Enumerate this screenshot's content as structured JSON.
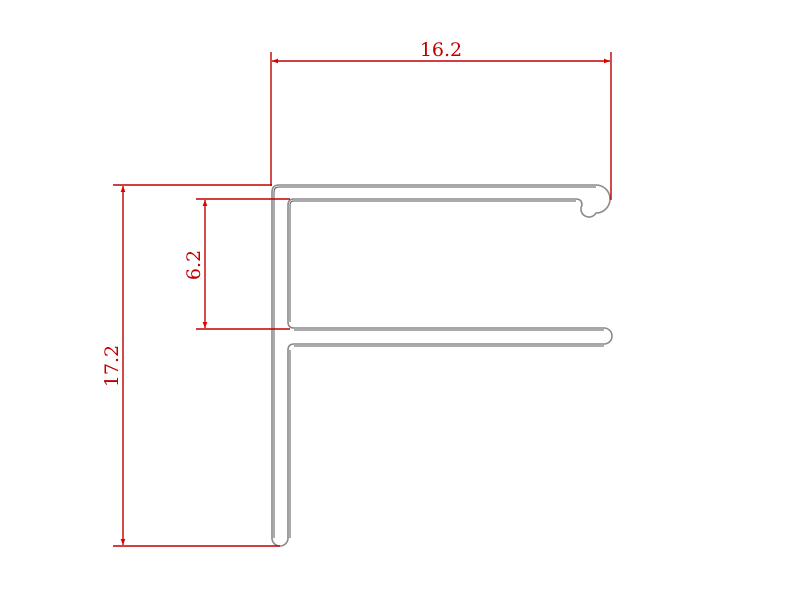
{
  "drawing": {
    "type": "profile cross-section (F-shaped extrusion)",
    "colors": {
      "dimension": "#c00000",
      "outline": "#808080",
      "outline_dark": "#505a60",
      "background": "#ffffff"
    }
  },
  "dimensions": {
    "width": {
      "label": "16.2",
      "orientation": "horizontal"
    },
    "height": {
      "label": "17.2",
      "orientation": "vertical"
    },
    "gap": {
      "label": "6.2",
      "orientation": "vertical"
    }
  }
}
